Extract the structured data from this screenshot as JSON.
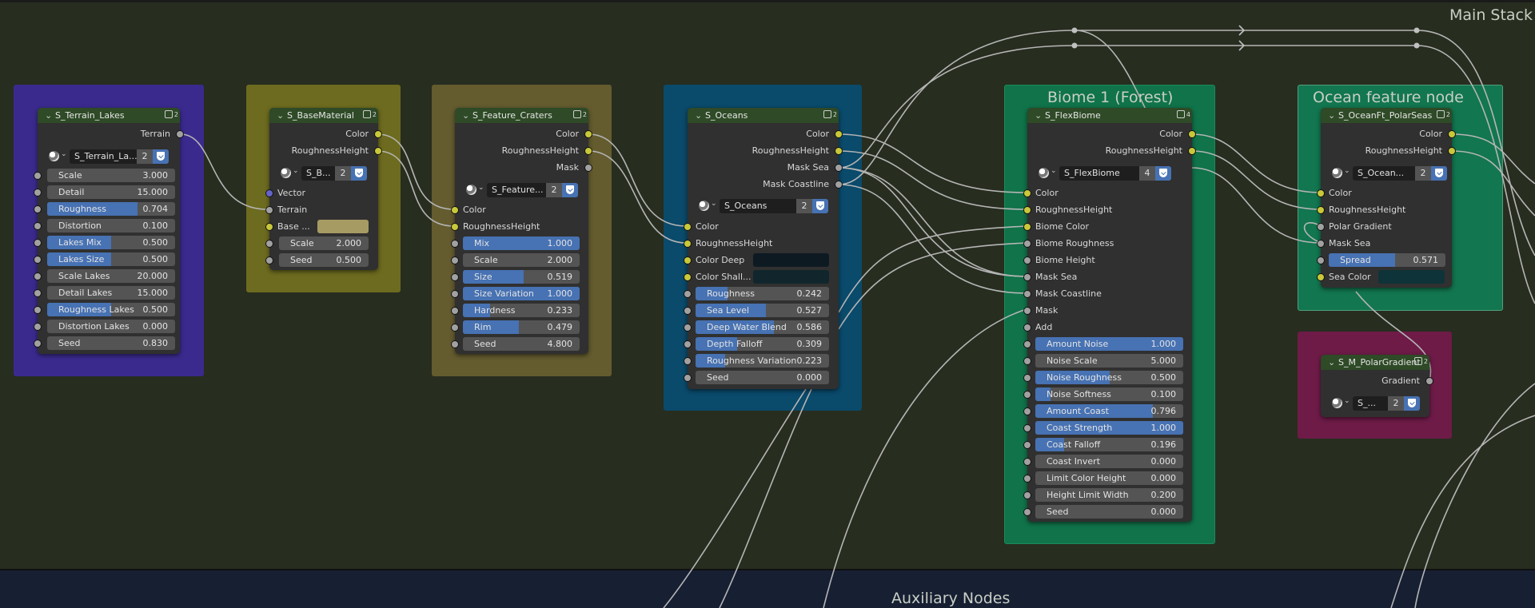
{
  "frames": {
    "main_stack": "Main Stack",
    "auxiliary": "Auxiliary Nodes",
    "biome1": "Biome 1 (Forest)",
    "ocean_feature": "Ocean feature node"
  },
  "colors": {
    "frame_terrain": "#3b2a8e",
    "frame_basematerial": "#6d6b1f",
    "frame_craters": "#645c2f",
    "frame_oceans": "#0a4a6b",
    "frame_biome": "#10734a",
    "frame_ocean_feature": "#127650",
    "frame_polar": "#6e1b48",
    "slider_fill": "#4772b3",
    "socket_float": "#a1a1a1",
    "socket_color": "#c8c83a",
    "socket_vector": "#6363c8"
  },
  "nodes": {
    "terrain_lakes": {
      "title": "S_Terrain_Lakes",
      "users": "2",
      "output_terrain": "Terrain",
      "datablock": "S_Terrain_La...",
      "datablock_count": "2",
      "params": [
        {
          "label": "Scale",
          "value": "3.000",
          "fill": 0
        },
        {
          "label": "Detail",
          "value": "15.000",
          "fill": 0
        },
        {
          "label": "Roughness",
          "value": "0.704",
          "fill": 0.704
        },
        {
          "label": "Distortion",
          "value": "0.100",
          "fill": 0
        },
        {
          "label": "Lakes Mix",
          "value": "0.500",
          "fill": 0.5
        },
        {
          "label": "Lakes Size",
          "value": "0.500",
          "fill": 0.5
        },
        {
          "label": "Scale Lakes",
          "value": "20.000",
          "fill": 0
        },
        {
          "label": "Detail Lakes",
          "value": "15.000",
          "fill": 0
        },
        {
          "label": "Roughness Lakes",
          "value": "0.500",
          "fill": 0.5
        },
        {
          "label": "Distortion Lakes",
          "value": "0.000",
          "fill": 0
        },
        {
          "label": "Seed",
          "value": "0.830",
          "fill": 0
        }
      ]
    },
    "base_material": {
      "title": "S_BaseMaterial",
      "users": "2",
      "output_color": "Color",
      "output_roughness": "RoughnessHeight",
      "datablock": "S_B...",
      "datablock_count": "2",
      "input_vector": "Vector",
      "input_terrain": "Terrain",
      "input_base": "Base ...",
      "base_color": "#a69b63",
      "params": [
        {
          "label": "Scale",
          "value": "2.000",
          "fill": 0
        },
        {
          "label": "Seed",
          "value": "0.500",
          "fill": 0
        }
      ]
    },
    "feature_craters": {
      "title": "S_Feature_Craters",
      "users": "2",
      "output_color": "Color",
      "output_roughness": "RoughnessHeight",
      "output_mask": "Mask",
      "datablock": "S_Feature...",
      "datablock_count": "2",
      "input_color": "Color",
      "input_roughness": "RoughnessHeight",
      "params": [
        {
          "label": "Mix",
          "value": "1.000",
          "fill": 1
        },
        {
          "label": "Scale",
          "value": "2.000",
          "fill": 0
        },
        {
          "label": "Size",
          "value": "0.519",
          "fill": 0.519
        },
        {
          "label": "Size Variation",
          "value": "1.000",
          "fill": 1
        },
        {
          "label": "Hardness",
          "value": "0.233",
          "fill": 0.233
        },
        {
          "label": "Rim",
          "value": "0.479",
          "fill": 0.479
        },
        {
          "label": "Seed",
          "value": "4.800",
          "fill": 0
        }
      ]
    },
    "oceans": {
      "title": "S_Oceans",
      "users": "2",
      "output_color": "Color",
      "output_roughness": "RoughnessHeight",
      "output_mask_sea": "Mask Sea",
      "output_mask_coast": "Mask Coastline",
      "datablock": "S_Oceans",
      "datablock_count": "2",
      "input_color": "Color",
      "input_roughness": "RoughnessHeight",
      "input_color_deep": "Color Deep",
      "color_deep": "#0e1a22",
      "input_color_shallow": "Color Shall...",
      "color_shallow": "#10262c",
      "params": [
        {
          "label": "Roughness",
          "value": "0.242",
          "fill": 0.242
        },
        {
          "label": "Sea Level",
          "value": "0.527",
          "fill": 0.527
        },
        {
          "label": "Deep Water Blend",
          "value": "0.586",
          "fill": 0.586
        },
        {
          "label": "Depth Falloff",
          "value": "0.309",
          "fill": 0.309
        },
        {
          "label": "Roughness Variation",
          "value": "0.223",
          "fill": 0.223
        },
        {
          "label": "Seed",
          "value": "0.000",
          "fill": 0
        }
      ]
    },
    "flex_biome": {
      "title": "S_FlexBiome",
      "users": "4",
      "output_color": "Color",
      "output_roughness": "RoughnessHeight",
      "datablock": "S_FlexBiome",
      "datablock_count": "4",
      "inputs": [
        "Color",
        "RoughnessHeight",
        "Biome Color",
        "Biome Roughness",
        "Biome Height",
        "Mask Sea",
        "Mask Coastline",
        "Mask",
        "Add"
      ],
      "params": [
        {
          "label": "Amount Noise",
          "value": "1.000",
          "fill": 1
        },
        {
          "label": "Noise Scale",
          "value": "5.000",
          "fill": 0
        },
        {
          "label": "Noise Roughness",
          "value": "0.500",
          "fill": 0.5
        },
        {
          "label": "Noise Softness",
          "value": "0.100",
          "fill": 0.1
        },
        {
          "label": "Amount Coast",
          "value": "0.796",
          "fill": 0.796
        },
        {
          "label": "Coast Strength",
          "value": "1.000",
          "fill": 1
        },
        {
          "label": "Coast Falloff",
          "value": "0.196",
          "fill": 0.196
        },
        {
          "label": "Coast Invert",
          "value": "0.000",
          "fill": 0
        },
        {
          "label": "Limit Color Height",
          "value": "0.000",
          "fill": 0
        },
        {
          "label": "Height Limit Width",
          "value": "0.200",
          "fill": 0
        },
        {
          "label": "Seed",
          "value": "0.000",
          "fill": 0
        }
      ]
    },
    "ocean_polar": {
      "title": "S_OceanFt_PolarSeas",
      "users": "2",
      "output_color": "Color",
      "output_roughness": "RoughnessHeight",
      "datablock": "S_Ocean...",
      "datablock_count": "2",
      "input_color": "Color",
      "input_roughness": "RoughnessHeight",
      "input_polar": "Polar Gradient",
      "input_mask_sea": "Mask Sea",
      "spread_label": "Spread",
      "spread_value": "0.571",
      "spread_fill": 0.571,
      "input_sea_color": "Sea Color",
      "sea_color": "#0e3338"
    },
    "polar_gradient": {
      "title": "S_M_PolarGradient",
      "users": "2",
      "output_gradient": "Gradient",
      "datablock": "S_...",
      "datablock_count": "2"
    }
  }
}
